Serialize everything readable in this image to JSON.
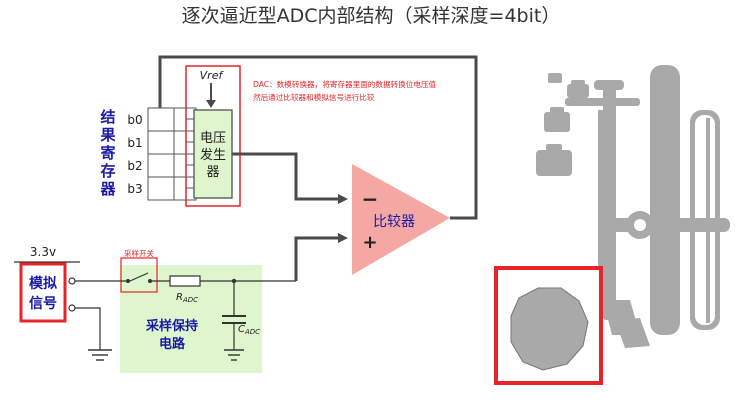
{
  "title": "逐次逼近型ADC内部结构（采样深度=4bit）",
  "labels": {
    "vref": "Vref",
    "dac_note_line1": "DAC：数模转换器，将寄存器里面的数据转换位电压值",
    "dac_note_line2": "然后通过比较器和模拟信号进行比较",
    "result_register": [
      "结",
      "果",
      "寄",
      "存",
      "器"
    ],
    "bits": [
      "b0",
      "b1",
      "b2",
      "b3"
    ],
    "voltage_generator": [
      "电压",
      "发生",
      "器"
    ],
    "comparator": "比较器",
    "minus": "−",
    "plus": "+",
    "voltage_3v3": "3.3v",
    "analog_signal": [
      "模拟",
      "信号"
    ],
    "sample_switch": "采样开关",
    "r_adc": "R",
    "r_adc_sub": "ADC",
    "c_adc": "C",
    "c_adc_sub": "ADC",
    "sample_hold": [
      "采样保持",
      "电路"
    ]
  },
  "colors": {
    "red": "#e8232a",
    "dark_text": "#1a1aa6",
    "light_green": "#dff5cd",
    "comparator_fill": "#f4a7a3",
    "wire": "#4a4a4a",
    "balance_gray": "#a9a9a9"
  }
}
